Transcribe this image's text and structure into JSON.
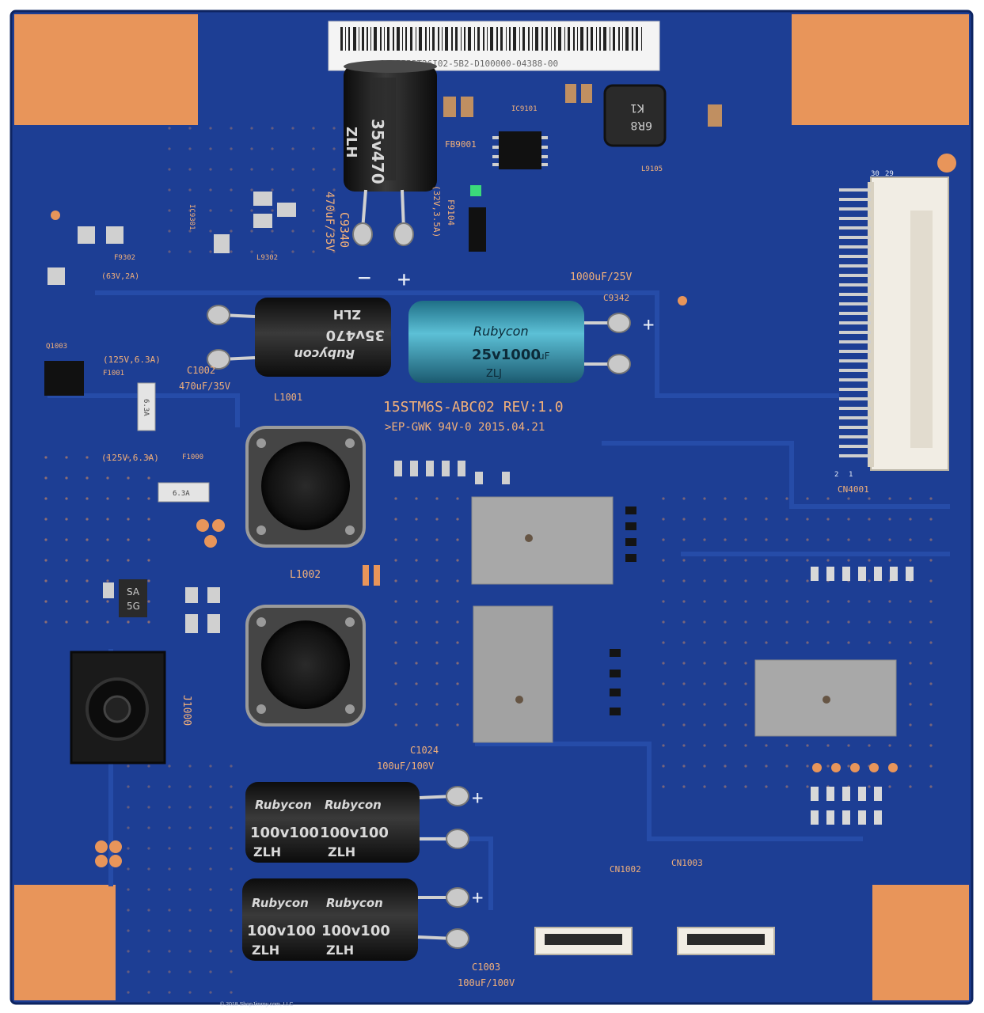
{
  "board": {
    "model": "15STM6S-ABC02 REV:1.0",
    "manufacturer_line": ">EP-GWK 94V-0 2015.04.21",
    "barcode_label": "1S-5555T26I02-5B2-D100000-04388-00",
    "copyright": "© 2018 ShopJimmy.com, LLC"
  },
  "silkscreen": {
    "c9340": "C9340",
    "c9340_rating": "470uF/35V",
    "f9104": "F9104",
    "f9104_rating": "(32V,3.5A)",
    "fb9001": "FB9001",
    "ic9101": "IC9101",
    "l9105": "L9105",
    "ic9301": "IC9301",
    "l9302": "L9302",
    "f9302": "F9302",
    "f9302_rating": "(63V,2A)",
    "c9342_rating": "1000uF/25V",
    "c9342": "C9342",
    "q1003": "Q1003",
    "f1001": "F1001",
    "f1001_rating": "(125V,6.3A)",
    "c1002": "C1002",
    "c1002_rating": "470uF/35V",
    "l1001": "L1001",
    "f1000": "F1000",
    "f1000_rating": "(125V,6.3A)",
    "l1002": "L1002",
    "j1000": "J1000",
    "c1024": "C1024",
    "c1024_rating": "100uF/100V",
    "c1003": "C1003",
    "c1003_rating": "100uF/100V",
    "cn1002": "CN1002",
    "cn1003": "CN1003",
    "cn4001": "CN4001",
    "pin_30": "30",
    "pin_29": "29",
    "pin_2": "2",
    "pin_1": "1",
    "plus": "+",
    "minus": "−"
  },
  "components": {
    "cap_brand": "Rubycon",
    "cap_35v470": "35v470",
    "cap_25v1000": "25v1000",
    "cap_100v100": "100v100",
    "cap_uf": "uF",
    "cap_zlh": "ZLH",
    "cap_zlj": "ZLJ",
    "inductor_k1": "K1",
    "inductor_6r8": "6R8",
    "fuse_label": "6.3A",
    "diode_label": "SA",
    "diode_label2": "5G"
  },
  "colors": {
    "pcb_blue": "#1d3e94",
    "pcb_dark": "#132c72",
    "copper_pad": "#e8955a",
    "silkscreen": "#f2b07a",
    "heatsink": "#a8a8a8",
    "capacitor_black": "#1c1c1c",
    "capacitor_blue": "#3a9ab0"
  }
}
